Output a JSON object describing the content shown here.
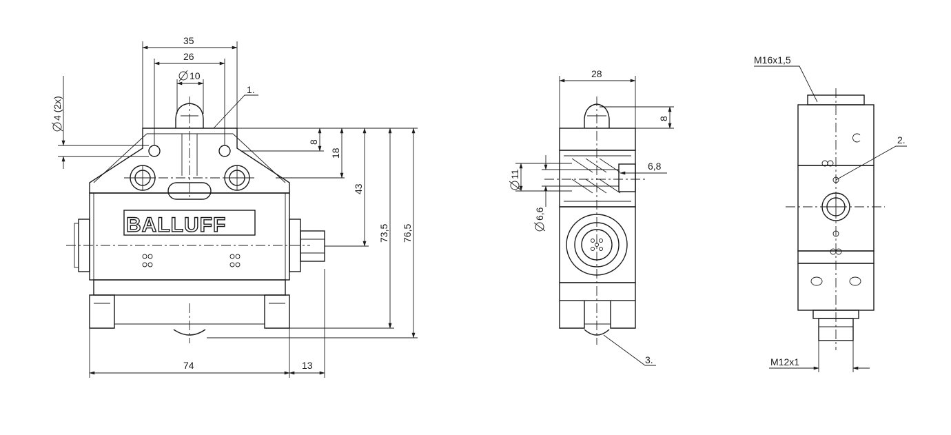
{
  "front_view": {
    "brand": "BALLUFF",
    "dims": {
      "w35": "35",
      "w26": "26",
      "d10": "10",
      "hole_dia": "4 (2x)",
      "h8": "8",
      "h18": "18",
      "h43": "43",
      "h73_5": "73,5",
      "h76_5": "76,5",
      "w74": "74",
      "w13": "13"
    },
    "callout": "1."
  },
  "side_view": {
    "dims": {
      "w28": "28",
      "h8": "8",
      "d11": "11",
      "d6_6": "6,6",
      "w6_8": "6,8"
    },
    "callout": "3."
  },
  "rear_view": {
    "thread_top": "M16x1,5",
    "thread_bottom": "M12x1",
    "callout": "2."
  }
}
